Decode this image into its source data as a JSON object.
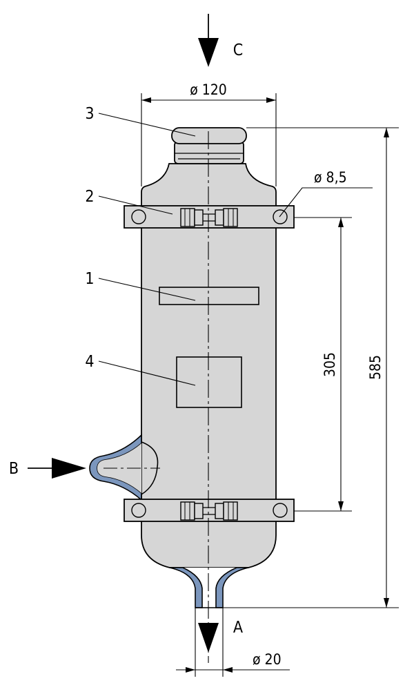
{
  "colors": {
    "body_fill": "#d6d6d6",
    "wall_fill": "#7b96bd",
    "line": "#000000",
    "background": "#ffffff"
  },
  "dimensions": {
    "top_diameter": "ø 120",
    "hole_diameter": "ø 8,5",
    "outlet_diameter": "ø  20",
    "height_total": "585",
    "height_mounting": "305"
  },
  "callouts": [
    "1",
    "2",
    "3",
    "4"
  ],
  "ports": {
    "inlet_top": "C",
    "inlet_side": "B",
    "outlet_bottom": "A"
  }
}
